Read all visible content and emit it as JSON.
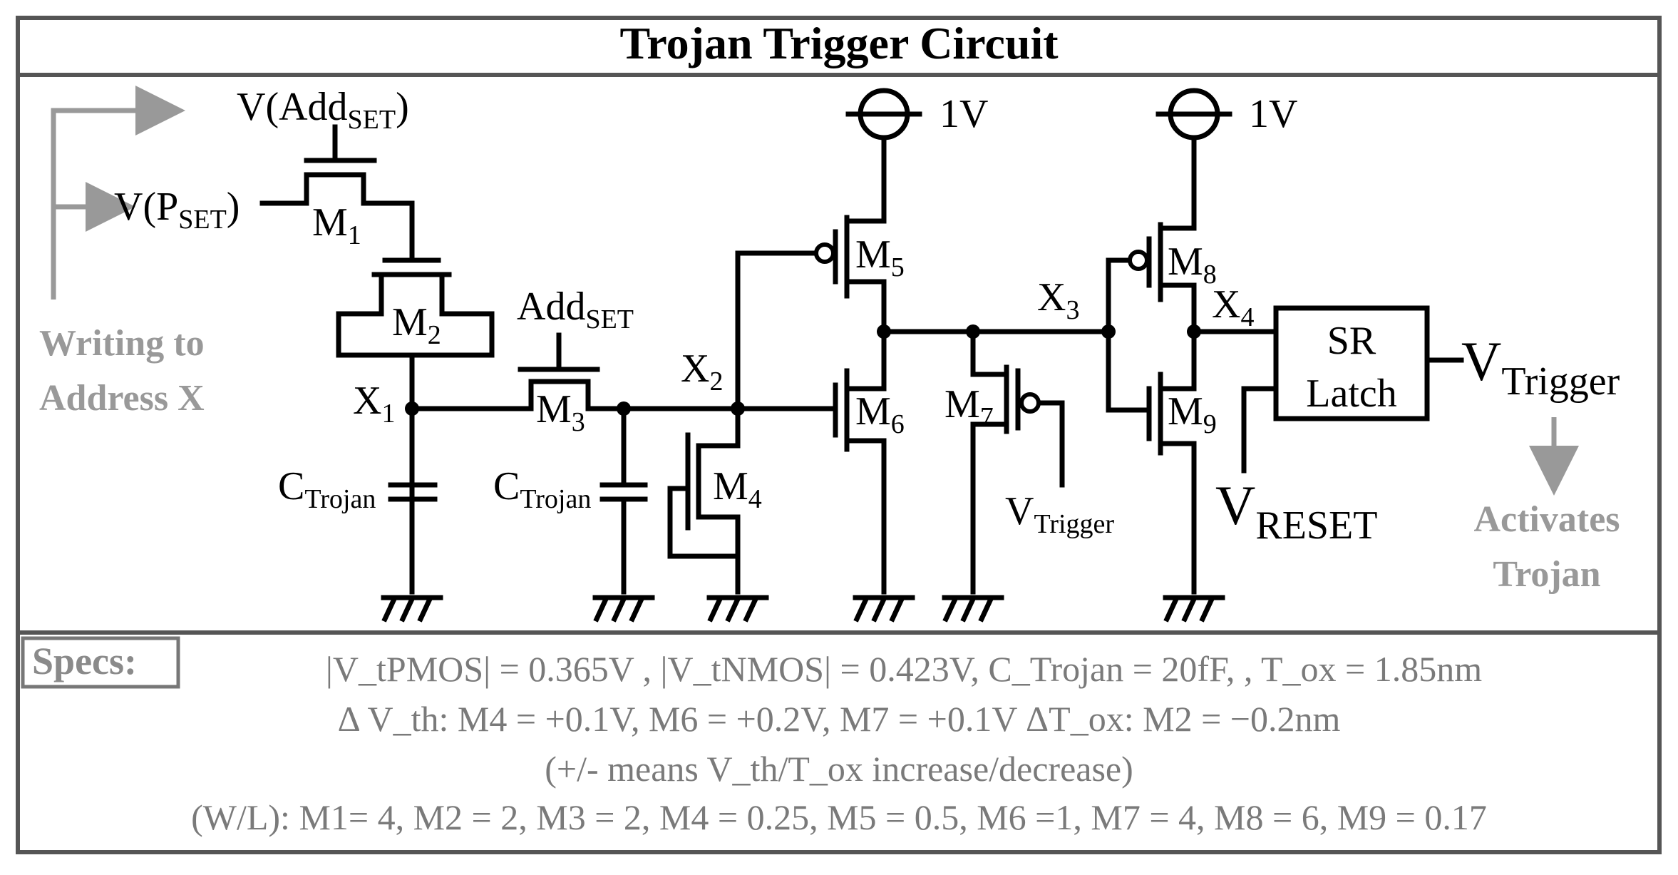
{
  "title": "Trojan Trigger Circuit",
  "inputs": {
    "v_add_set": {
      "base": "V(Add",
      "sub": "SET",
      "tail": ")"
    },
    "v_p_set": {
      "base": "V(P",
      "sub": "SET",
      "tail": ")"
    },
    "add_set": {
      "base": "Add",
      "sub": "SET"
    }
  },
  "supplies": {
    "vdd1": "1V",
    "vdd2": "1V"
  },
  "transistors": {
    "m1": {
      "base": "M",
      "sub": "1"
    },
    "m2": {
      "base": "M",
      "sub": "2"
    },
    "m3": {
      "base": "M",
      "sub": "3"
    },
    "m4": {
      "base": "M",
      "sub": "4"
    },
    "m5": {
      "base": "M",
      "sub": "5"
    },
    "m6": {
      "base": "M",
      "sub": "6"
    },
    "m7": {
      "base": "M",
      "sub": "7"
    },
    "m8": {
      "base": "M",
      "sub": "8"
    },
    "m9": {
      "base": "M",
      "sub": "9"
    }
  },
  "nodes": {
    "x1": {
      "base": "X",
      "sub": "1"
    },
    "x2": {
      "base": "X",
      "sub": "2"
    },
    "x3": {
      "base": "X",
      "sub": "3"
    },
    "x4": {
      "base": "X",
      "sub": "4"
    }
  },
  "capacitors": {
    "c1": {
      "base": "C",
      "sub": "Trojan"
    },
    "c2": {
      "base": "C",
      "sub": "Trojan"
    }
  },
  "latch": {
    "line1": "SR",
    "line2": "Latch"
  },
  "outputs": {
    "v_trigger_out": {
      "base": "V",
      "sub": "Trigger"
    },
    "v_trigger_in": {
      "base": "V",
      "sub": "Trigger"
    },
    "v_reset": {
      "base": "V",
      "sub": "RESET"
    }
  },
  "annotations": {
    "writing_line1": "Writing to",
    "writing_line2": "Address X",
    "activates_line1": "Activates",
    "activates_line2": "Trojan"
  },
  "specs": {
    "label": "Specs:",
    "line1": "|V_tPMOS| = 0.365V , |V_tNMOS| = 0.423V, C_Trojan = 20fF, , T_ox = 1.85nm",
    "line2": "Δ V_th: M4 = +0.1V, M6 = +0.2V, M7 = +0.1V ΔT_ox: M2 = −0.2nm",
    "line3": "(+/- means V_th/T_ox increase/decrease)",
    "line4": "(W/L): M1= 4, M2 = 2, M3 = 2, M4 = 0.25, M5 = 0.5, M6 =1, M7 = 4, M8 = 6, M9 = 0.17"
  },
  "colors": {
    "line": "#000000",
    "annotation": "#999999",
    "specs_text": "#7a7a7a"
  }
}
